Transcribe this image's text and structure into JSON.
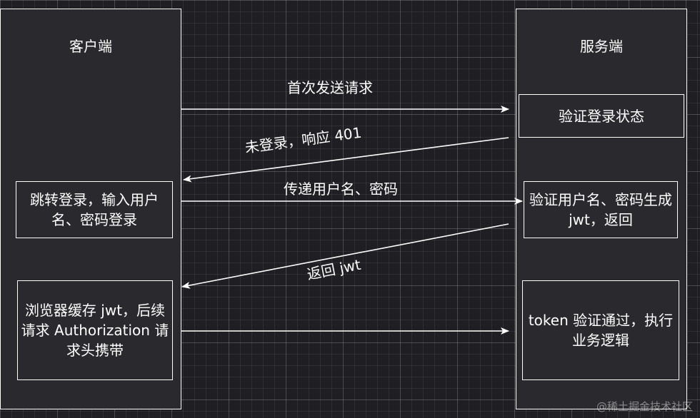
{
  "client": {
    "title": "客户端",
    "login_box": "跳转登录，输入用户名、密码登录",
    "cache_box": "浏览器缓存 jwt，后续请求 Authorization 请求头携带"
  },
  "server": {
    "title": "服务端",
    "verify_box": "验证登录状态",
    "generate_box": "验证用户名、密码生成 jwt，返回",
    "token_box": "token 验证通过，执行业务逻辑"
  },
  "arrows": {
    "first_request": "首次发送请求",
    "not_logged_in": "未登录，响应 401",
    "send_credentials": "传递用户名、密码",
    "return_jwt": "返回 jwt"
  },
  "watermark": "@稀土掘金技术社区",
  "colors": {
    "background": "#1f1e22",
    "stroke": "#ffffff"
  }
}
